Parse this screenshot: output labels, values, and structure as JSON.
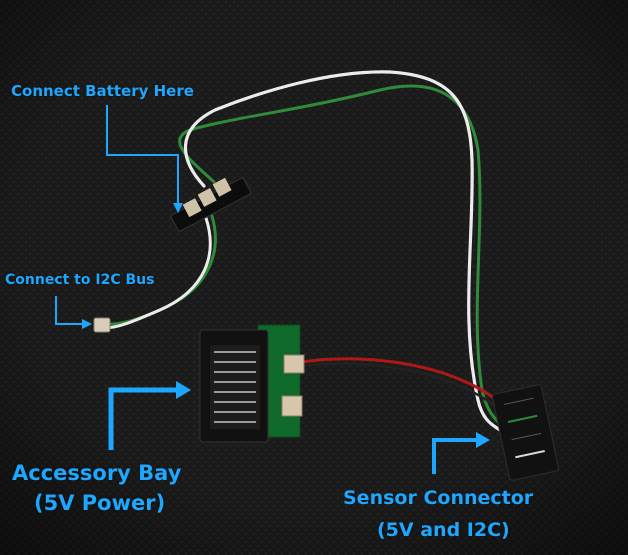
{
  "labels": {
    "battery": "Connect Battery Here",
    "i2c": "Connect to I2C Bus",
    "bay_line1": "Accessory Bay",
    "bay_line2": "(5V Power)",
    "sensor_line1": "Sensor Connector",
    "sensor_line2": "(5V and I2C)"
  },
  "colors": {
    "label": "#1ea7ff",
    "background": "#1a1a1a",
    "wire_white": "#e9e9e9",
    "wire_green": "#2f8a3a",
    "wire_red": "#b01818",
    "board_green": "#0f6a2a"
  }
}
